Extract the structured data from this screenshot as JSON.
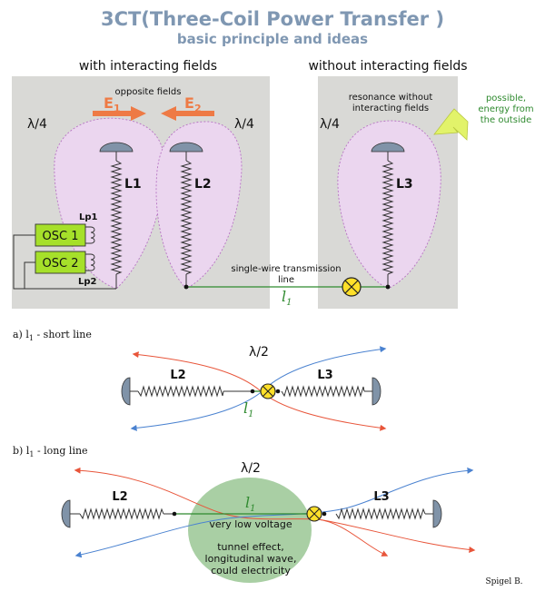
{
  "title": "3CT(Three-Coil Power Transfer )",
  "subtitle": "basic principle and ideas",
  "top": {
    "left_heading": "with interacting fields",
    "right_heading": "without interacting fields",
    "opposite_fields": "opposite fields",
    "e1": "E",
    "e1_sub": "1",
    "e2": "E",
    "e2_sub": "2",
    "lambda_left": "λ/4",
    "lambda_mid": "λ/4",
    "lambda_right": "λ/4",
    "coil_l1": "L1",
    "coil_l2": "L2",
    "coil_l3": "L3",
    "lp1": "Lp1",
    "lp2": "Lp2",
    "osc1": "OSC 1",
    "osc2": "OSC 2",
    "resonance_line1": "resonance without",
    "resonance_line2": "interacting fields",
    "outside_line1": "possible,",
    "outside_line2": "energy from",
    "outside_line3": "the outside",
    "swt_line1": "single-wire transmission",
    "swt_line2": "line",
    "l1_label": "l",
    "l1_sub": "1"
  },
  "panel_a": {
    "caption_prefix": "a) l",
    "caption_sub": "1",
    "caption_suffix": " - short line",
    "lambda": "λ/2",
    "l2": "L2",
    "l3": "L3",
    "l1_label": "l",
    "l1_sub": "1"
  },
  "panel_b": {
    "caption_prefix": "b) l",
    "caption_sub": "1",
    "caption_suffix": " - long line",
    "lambda": "λ/2",
    "l2": "L2",
    "l3": "L3",
    "l1_label": "l",
    "l1_sub": "1",
    "very_low_voltage": "very low voltage",
    "tunnel_line1": "tunnel effect,",
    "tunnel_line2": "longitudinal wave,",
    "tunnel_line3": "could electricity"
  },
  "credit": "Spigel B.",
  "colors": {
    "title": "#7f97b2",
    "panel_bg": "#d9d9d6",
    "field": "#ebd6ef",
    "field_stroke": "#b774c4",
    "arrow_orange": "#ee7a45",
    "wire_green": "#2f8a2f",
    "osc_green": "#a6e02a",
    "lamp_yellow": "#ffe02a",
    "arrow_yellow": "#e2f36a",
    "blob_green": "#a9cfa4",
    "red_curve": "#e8553a",
    "blue_curve": "#4a82d0"
  }
}
